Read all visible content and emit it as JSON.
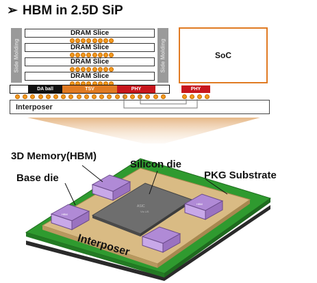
{
  "title": {
    "arrow": "➢",
    "text": "HBM in 2.5D SiP"
  },
  "cross_section": {
    "side_molding_left": "Side Molding",
    "side_molding_right": "Side Molding",
    "dram_slices": [
      "DRAM Slice",
      "DRAM Slice",
      "DRAM Slice",
      "DRAM Slice"
    ],
    "base_segments": [
      "DA ball",
      "TSV",
      "PHY"
    ],
    "soc_label": "SoC",
    "soc_phy": "PHY",
    "interposer_label": "Interposer"
  },
  "package_3d": {
    "hbm_label": "3D Memory(HBM)",
    "base_die_label": "Base die",
    "silicon_die_label": "Silicon die",
    "substrate_label": "PKG Substrate",
    "interposer_label": "Interposer",
    "hbm_chip_text": "HBM",
    "soc_chip_text": "ASIC",
    "soc_chip_subtext": "Vtx US"
  },
  "colors": {
    "orange_accent": "#e07a22",
    "phy_red": "#c8161d",
    "tsv_orange": "#e07a22",
    "substrate_green": "#2f9a2f",
    "interposer_tan": "#d9bb84",
    "hbm_purple": "#b08ad6"
  }
}
